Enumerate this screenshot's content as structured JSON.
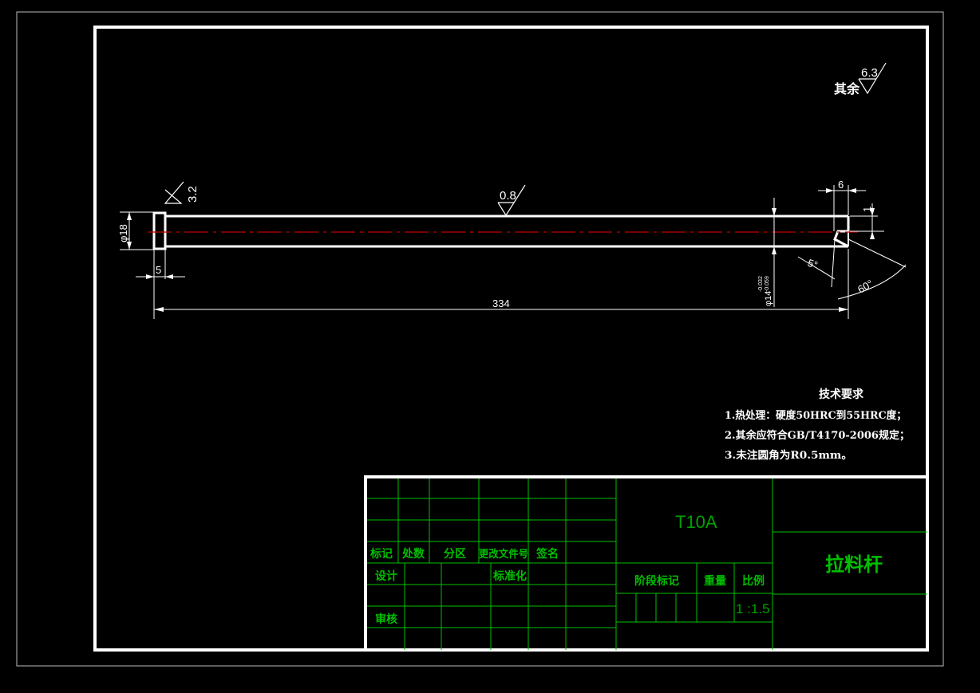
{
  "surface_roughness": {
    "default_prefix": "其余",
    "default_value": "6.3",
    "end_value": "3.2",
    "body_value": "0.8"
  },
  "dimensions": {
    "head_diameter": "φ18",
    "head_length": "5",
    "overall_length": "334",
    "shank_diameter": "φ14",
    "shank_tol_upper": "-0.032",
    "shank_tol_lower": "-0.059",
    "slot_width": "6",
    "slot_depth": "1",
    "angle_small": "5°",
    "angle_large": "60°"
  },
  "tech_requirements": {
    "title": "技术要求",
    "items": [
      "1.热处理：硬度50HRC到55HRC度；",
      "2.其余应符合GB/T4170-2006规定；",
      "3.未注圆角为R0.5mm。"
    ]
  },
  "title_block": {
    "material": "T10A",
    "part_name": "拉料杆",
    "headers": {
      "mark": "标记",
      "count": "处数",
      "zone": "分区",
      "change_doc": "更改文件号",
      "signature": "签名",
      "design": "设计",
      "standardize": "标准化",
      "review": "审核",
      "stage_mark": "阶段标记",
      "weight": "重量",
      "scale_label": "比例"
    },
    "scale_value": "1 :1.5"
  },
  "colors": {
    "background": "#000000",
    "frame": "#ffffff",
    "table": "#00c000",
    "centerline": "#c00000"
  }
}
